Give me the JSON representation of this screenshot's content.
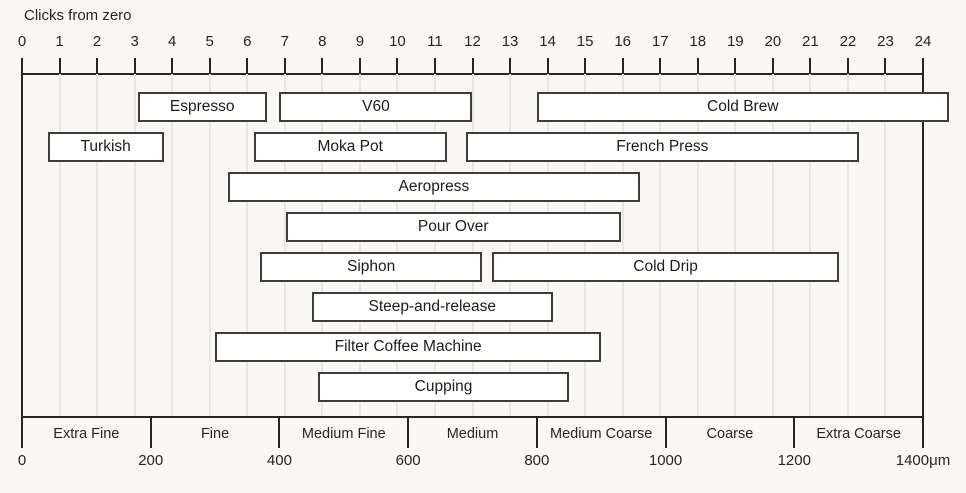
{
  "colors": {
    "background": "#faf8f4",
    "grid": "#eae7e1",
    "ink": "#26251f",
    "bar_border": "#3e3d3a",
    "bar_fill": "#ffffff"
  },
  "chart_data": {
    "type": "bar",
    "subtype": "horizontal-range-gantt",
    "top_axis": {
      "label": "Clicks from zero",
      "min": 0,
      "max": 24,
      "ticks": [
        0,
        1,
        2,
        3,
        4,
        5,
        6,
        7,
        8,
        9,
        10,
        11,
        12,
        13,
        14,
        15,
        16,
        17,
        18,
        19,
        20,
        21,
        22,
        23,
        24
      ]
    },
    "bottom_axis": {
      "unit": "μm",
      "min": 0,
      "max": 1400,
      "ticks": [
        {
          "value": 0,
          "label": "0"
        },
        {
          "value": 200,
          "label": "200"
        },
        {
          "value": 400,
          "label": "400"
        },
        {
          "value": 600,
          "label": "600"
        },
        {
          "value": 800,
          "label": "800"
        },
        {
          "value": 1000,
          "label": "1000"
        },
        {
          "value": 1200,
          "label": "1200"
        },
        {
          "value": 1400,
          "label": "1400μm"
        }
      ],
      "bands": [
        {
          "label": "Extra Fine",
          "from": 0,
          "to": 200
        },
        {
          "label": "Fine",
          "from": 200,
          "to": 400
        },
        {
          "label": "Medium Fine",
          "from": 400,
          "to": 600
        },
        {
          "label": "Medium",
          "from": 600,
          "to": 800
        },
        {
          "label": "Medium Coarse",
          "from": 800,
          "to": 1000
        },
        {
          "label": "Coarse",
          "from": 1000,
          "to": 1200
        },
        {
          "label": "Extra Coarse",
          "from": 1200,
          "to": 1400
        }
      ]
    },
    "series": [
      {
        "label": "Espresso",
        "row": 0,
        "min_um": 180,
        "max_um": 380
      },
      {
        "label": "V60",
        "row": 0,
        "min_um": 400,
        "max_um": 700
      },
      {
        "label": "Cold Brew",
        "row": 0,
        "min_um": 800,
        "max_um": 1440
      },
      {
        "label": "Turkish",
        "row": 1,
        "min_um": 40,
        "max_um": 220
      },
      {
        "label": "Moka Pot",
        "row": 1,
        "min_um": 360,
        "max_um": 660
      },
      {
        "label": "French Press",
        "row": 1,
        "min_um": 690,
        "max_um": 1300
      },
      {
        "label": "Aeropress",
        "row": 2,
        "min_um": 320,
        "max_um": 960
      },
      {
        "label": "Pour Over",
        "row": 3,
        "min_um": 410,
        "max_um": 930
      },
      {
        "label": "Siphon",
        "row": 4,
        "min_um": 370,
        "max_um": 715
      },
      {
        "label": "Cold Drip",
        "row": 4,
        "min_um": 730,
        "max_um": 1270
      },
      {
        "label": "Steep-and-release",
        "row": 5,
        "min_um": 450,
        "max_um": 825
      },
      {
        "label": "Filter Coffee Machine",
        "row": 6,
        "min_um": 300,
        "max_um": 900
      },
      {
        "label": "Cupping",
        "row": 7,
        "min_um": 460,
        "max_um": 850
      }
    ]
  }
}
